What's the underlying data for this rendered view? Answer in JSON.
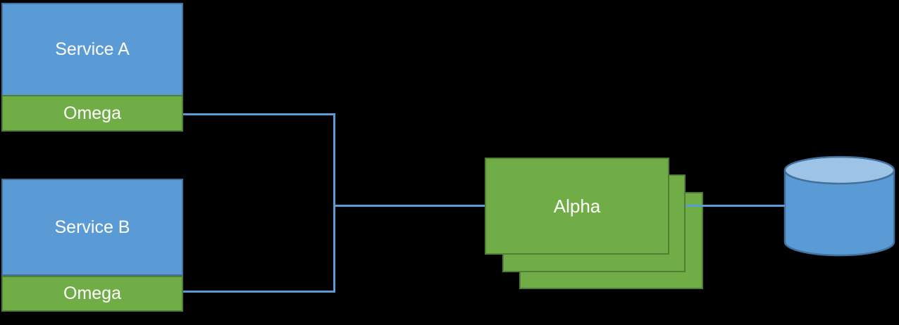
{
  "diagram": {
    "background": "#000000",
    "nodes": {
      "service_a": {
        "label": "Service A",
        "sub_label": "Omega",
        "fill": "#5B9BD5",
        "sub_fill": "#70AD47"
      },
      "service_b": {
        "label": "Service B",
        "sub_label": "Omega",
        "fill": "#5B9BD5",
        "sub_fill": "#70AD47"
      },
      "alpha": {
        "label": "Alpha",
        "stack_count": 3,
        "fill": "#70AD47",
        "border": "#507E32"
      },
      "database": {
        "shape": "cylinder",
        "fill": "#5B9BD5",
        "top_fill": "#9DC3E6",
        "border": "#41719C"
      }
    },
    "edges": [
      {
        "from": "service_a.Omega",
        "to": "alpha"
      },
      {
        "from": "service_b.Omega",
        "to": "alpha"
      },
      {
        "from": "alpha",
        "to": "database"
      }
    ],
    "connector_color": "#5B9BD5",
    "text_color": "#FFFFFF"
  }
}
